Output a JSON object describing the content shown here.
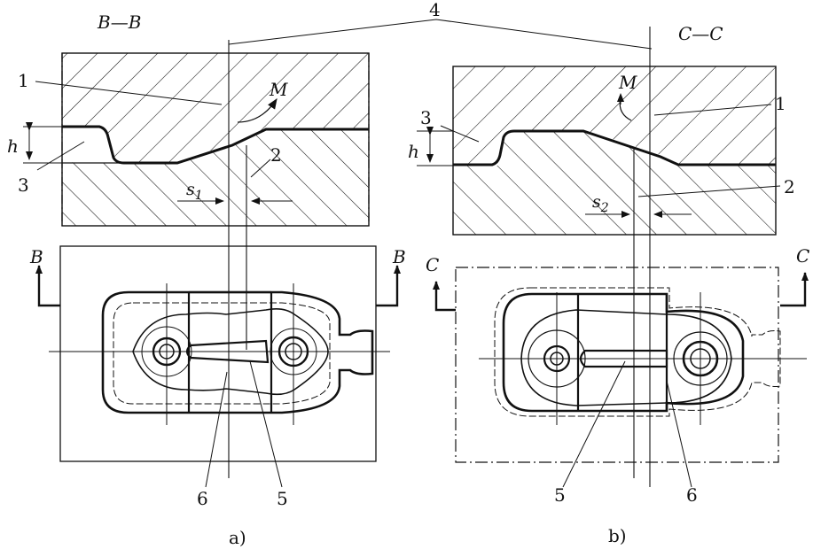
{
  "colors": {
    "ink": "#111111",
    "background": "#ffffff"
  },
  "view_a": {
    "section_title": "B—B",
    "part_label": "a)",
    "section_marks": [
      "B",
      "B"
    ],
    "dim_height": "h",
    "dim_shift_base": "s",
    "dim_shift_sub": "1",
    "moment": "M",
    "callouts": [
      "1",
      "2",
      "3",
      "5",
      "6"
    ]
  },
  "view_b": {
    "section_title": "C—C",
    "part_label": "b)",
    "section_marks": [
      "C",
      "C"
    ],
    "dim_height": "h",
    "dim_shift_base": "s",
    "dim_shift_sub": "2",
    "moment": "M",
    "callouts": [
      "1",
      "2",
      "3",
      "5",
      "6"
    ]
  },
  "shared_callout": "4"
}
